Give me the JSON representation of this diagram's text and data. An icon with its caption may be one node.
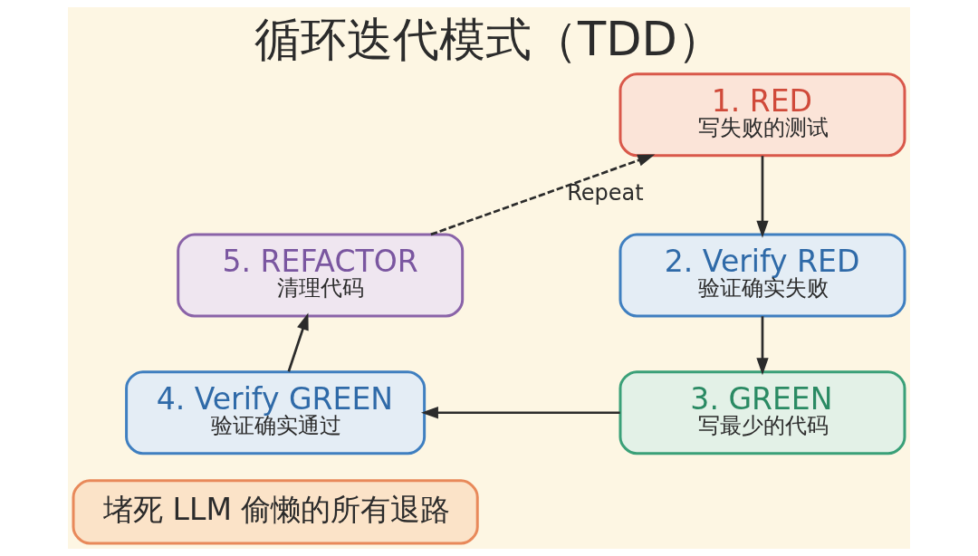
{
  "diagram": {
    "title": "循环迭代模式（TDD）",
    "nodes": [
      {
        "text": [
          "1. RED",
          "写失败的测试"
        ]
      },
      {
        "text": [
          "2. Verify RED",
          "验证确实失败"
        ]
      },
      {
        "text": [
          "3. GREEN",
          "写最少的代码"
        ]
      },
      {
        "text": [
          "4. Verify GREEN",
          "验证确实通过"
        ]
      },
      {
        "text": [
          "5. REFACTOR",
          "清理代码"
        ]
      },
      {
        "text": [
          "堵死 LLM 偷懒的所有退路"
        ]
      }
    ],
    "edges": [
      {
        "from": 0,
        "to": 1,
        "arrow": "to"
      },
      {
        "from": 1,
        "to": 2,
        "arrow": "to"
      },
      {
        "from": 2,
        "to": 3,
        "arrow": "to"
      },
      {
        "from": 3,
        "to": 4,
        "arrow": "to"
      },
      {
        "from": 4,
        "to": 0,
        "arrow": "to",
        "style": "dashed",
        "label": "Repeat"
      }
    ]
  }
}
